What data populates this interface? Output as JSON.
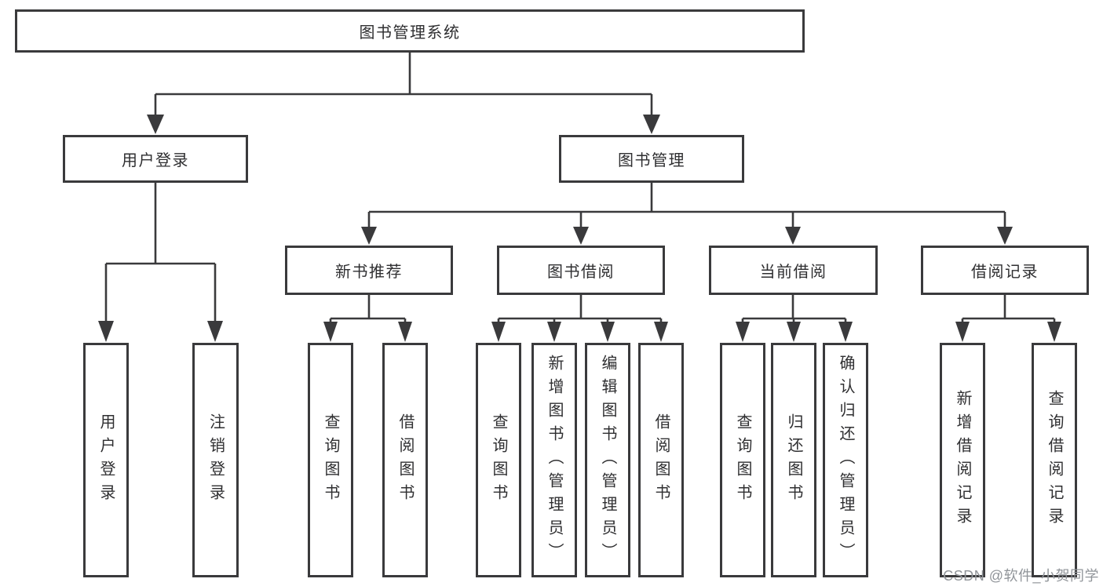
{
  "tree": {
    "root": {
      "label": "图书管理系统"
    },
    "branches": [
      {
        "label": "用户登录",
        "children": [
          {
            "label": "用户登录"
          },
          {
            "label": "注销登录"
          }
        ]
      },
      {
        "label": "图书管理",
        "sections": [
          {
            "label": "新书推荐",
            "children": [
              {
                "label": "查询图书"
              },
              {
                "label": "借阅图书"
              }
            ]
          },
          {
            "label": "图书借阅",
            "children": [
              {
                "label": "查询图书"
              },
              {
                "label": "新增图书（管理员）"
              },
              {
                "label": "编辑图书（管理员）"
              },
              {
                "label": "借阅图书"
              }
            ]
          },
          {
            "label": "当前借阅",
            "children": [
              {
                "label": "查询图书"
              },
              {
                "label": "归还图书"
              },
              {
                "label": "确认归还（管理员）"
              }
            ]
          },
          {
            "label": "借阅记录",
            "children": [
              {
                "label": "新增借阅记录"
              },
              {
                "label": "查询借阅记录"
              }
            ]
          }
        ]
      }
    ]
  },
  "watermark": {
    "text": "CSDN @软件_小贺同学"
  },
  "colors": {
    "line": "#3a3a3c",
    "text": "#2f2f31",
    "background": "#ffffff",
    "watermark": "#909499"
  }
}
